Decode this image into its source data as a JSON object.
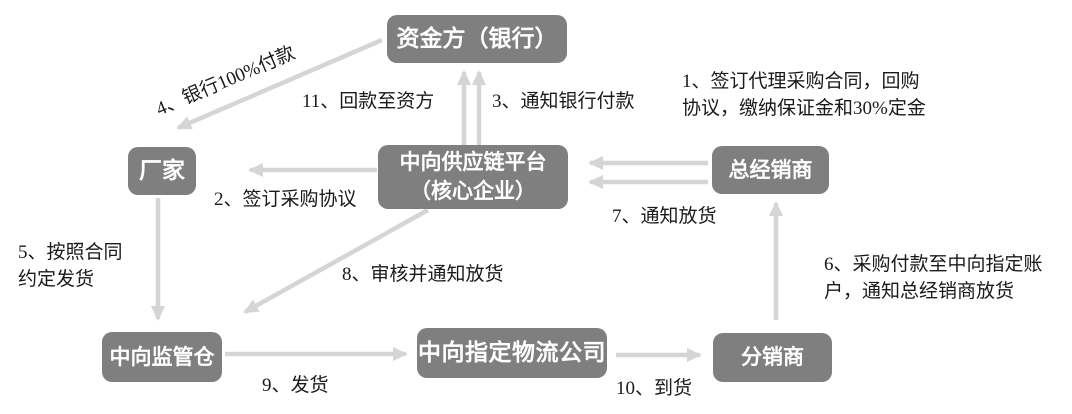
{
  "diagram": {
    "title_hint": "supply-chain finance flow diagram",
    "colors": {
      "node_fill": "#7f7f7f",
      "node_text": "#ffffff",
      "arrow": "#d5d5d5",
      "label_text": "#1a1a1a"
    },
    "nodes": {
      "bank": "资金方（银行）",
      "manufacturer": "厂家",
      "platform": "中向供应链平台\n（核心企业）",
      "general_distributor": "总经销商",
      "warehouse": "中向监管仓",
      "logistics": "中向指定物流公司",
      "distributor": "分销商"
    },
    "edge_labels": {
      "step1": "1、签订代理采购合同，回购\n协议，缴纳保证金和30%定金",
      "step2": "2、签订采购协议",
      "step3": "3、通知银行付款",
      "step4": "4、银行100%付款",
      "step5": "5、按照合同\n约定发货",
      "step6": "6、采购付款至中向指定账\n户，通知总经销商放货",
      "step7": "7、通知放货",
      "step8": "8、审核并通知放货",
      "step9": "9、发货",
      "step10": "10、到货",
      "step11": "11、回款至资方"
    }
  }
}
